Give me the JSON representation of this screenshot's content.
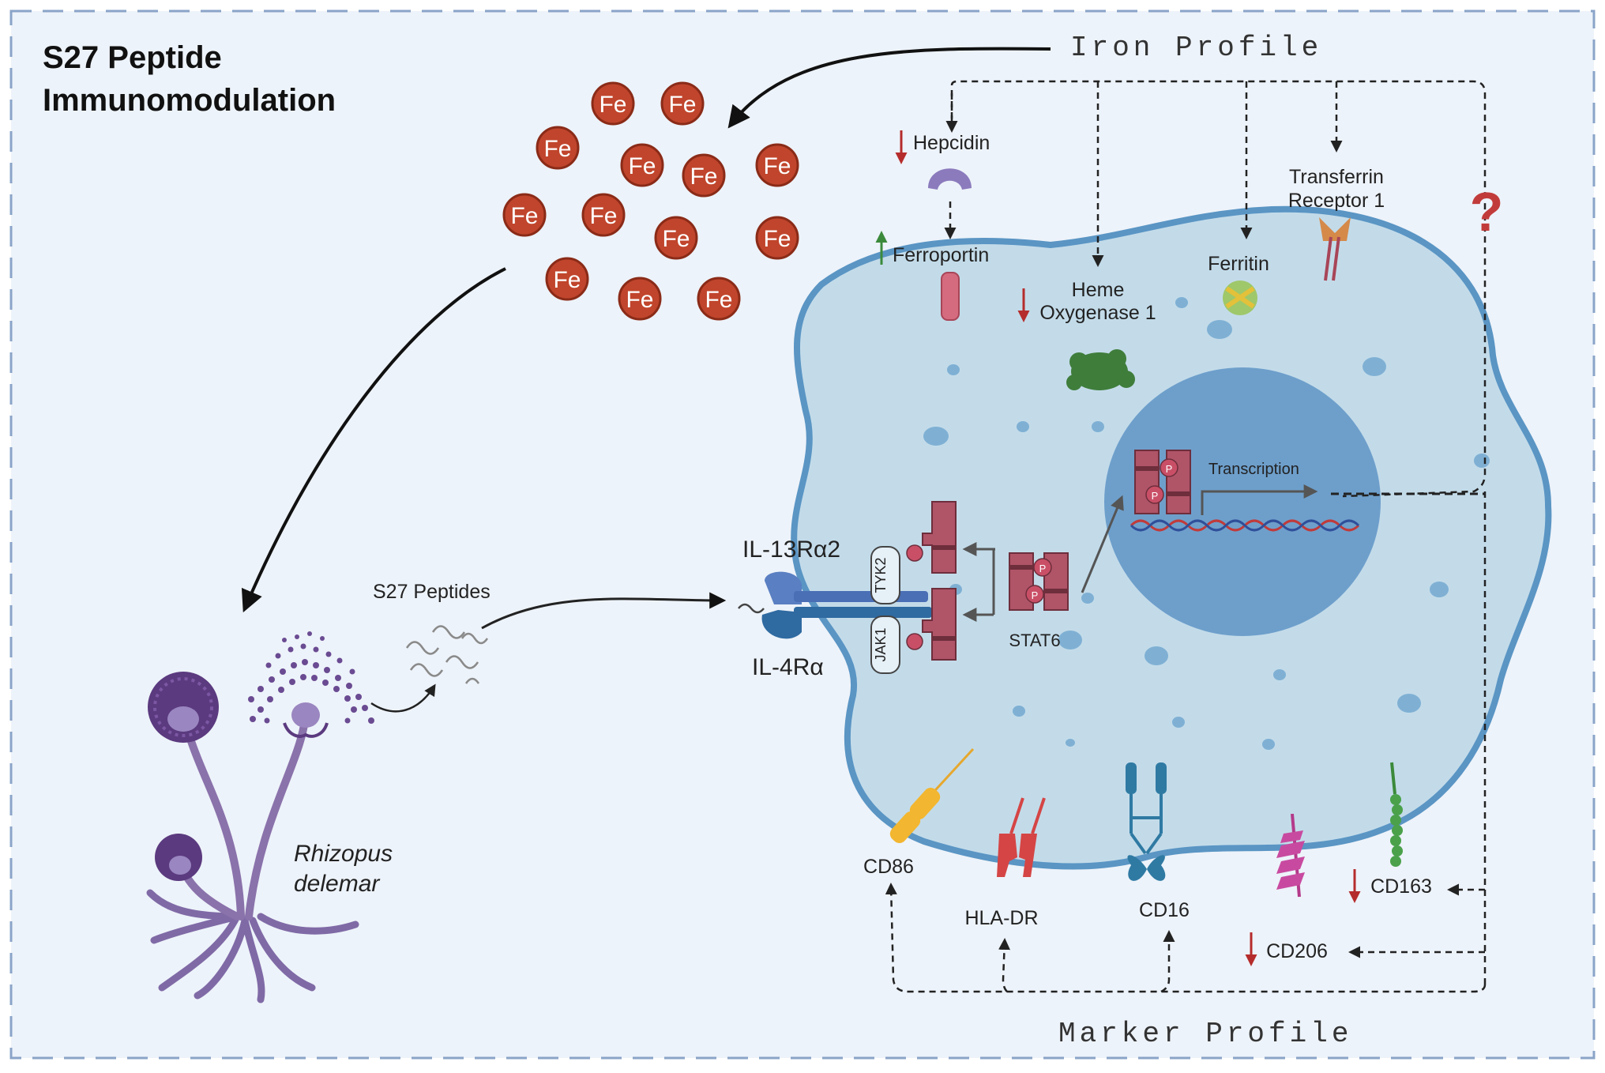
{
  "title": {
    "line1": "S27 Peptide",
    "line2": "Immunomodulation"
  },
  "iron_profile_label": "Iron Profile",
  "marker_profile_label": "Marker Profile",
  "fe_label": "Fe",
  "iron_markers": {
    "hepcidin": "Hepcidin",
    "ferroportin": "Ferroportin",
    "heme_oxygenase_line1": "Heme",
    "heme_oxygenase_line2": "Oxygenase 1",
    "ferritin": "Ferritin",
    "transferrin_line1": "Transferrin",
    "transferrin_line2": "Receptor 1",
    "unknown_mark": "?"
  },
  "signaling": {
    "peptides": "S27 Peptides",
    "il13": "IL-13Rα2",
    "il4": "IL-4Rα",
    "tyk2": "TYK2",
    "jak1": "JAK1",
    "stat6": "STAT6",
    "transcription": "Transcription",
    "phospho": "P"
  },
  "surface_markers": {
    "cd86": "CD86",
    "hla_dr": "HLA-DR",
    "cd16": "CD16",
    "cd206": "CD206",
    "cd163": "CD163"
  },
  "organism": {
    "line1": "Rhizopus",
    "line2": "delemar"
  },
  "colors": {
    "background": "#edf3fa",
    "border_dash": "#8aa4c8",
    "cell_fill": "#c3dbe9",
    "cell_outline": "#5a95c4",
    "nucleus": "#6e9fcb",
    "fe_fill": "#c0452c",
    "down_arrow": "#b52c2c",
    "up_arrow": "#3b8a3b",
    "stat6": "#b05468",
    "fungus": "#8a72ab"
  }
}
